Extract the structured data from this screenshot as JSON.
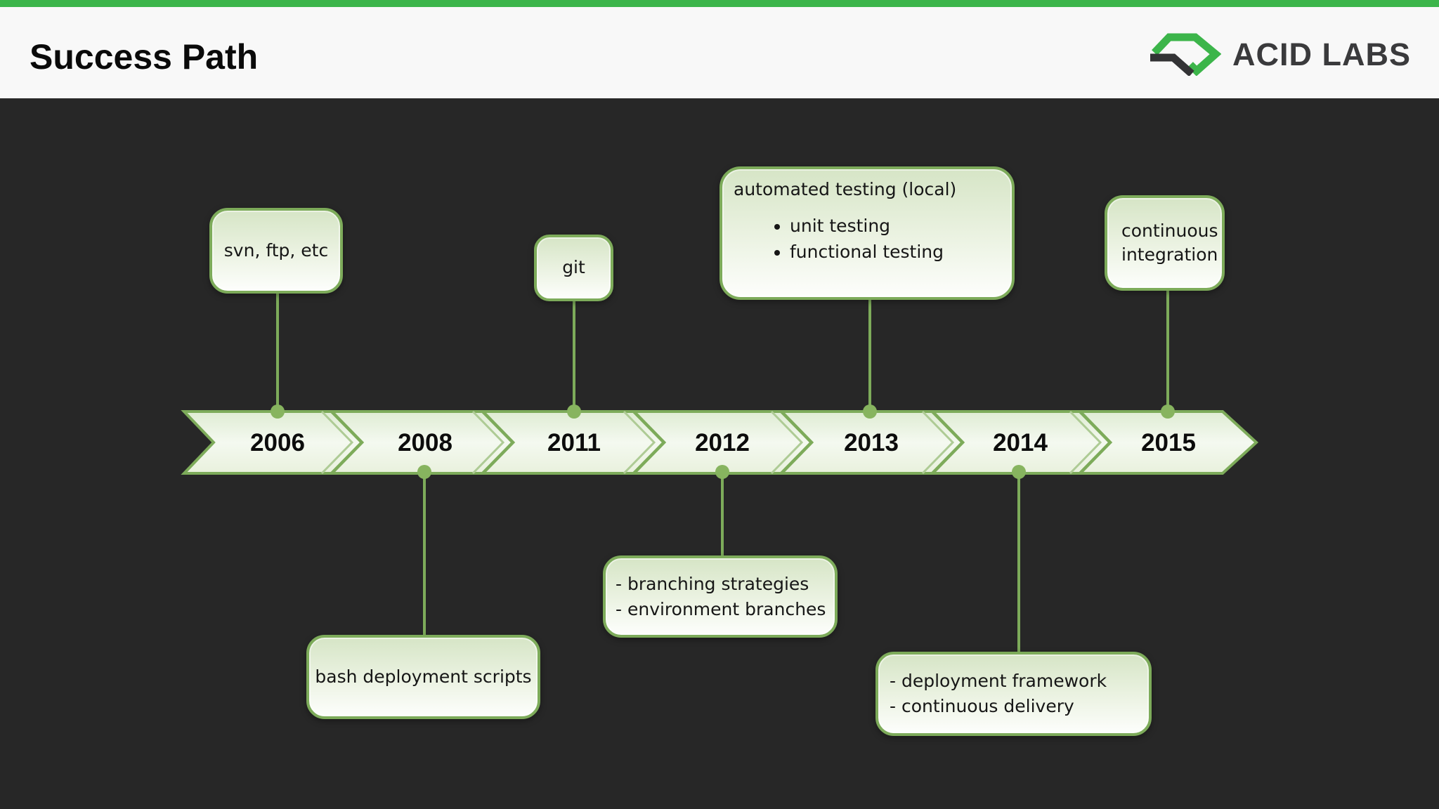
{
  "header": {
    "title": "Success Path",
    "brand": "ACID LABS"
  },
  "timeline": {
    "years": [
      "2006",
      "2008",
      "2011",
      "2012",
      "2013",
      "2014",
      "2015"
    ]
  },
  "callouts": {
    "svn": "svn, ftp, etc",
    "git": "git",
    "automated_title": "automated testing (local)",
    "automated_bullets": [
      "unit testing",
      "functional testing"
    ],
    "continuous_integration": "continuous\nintegration",
    "bash": "bash deployment scripts",
    "branching": "- branching strategies\n- environment branches",
    "deployment": "- deployment framework\n- continuous delivery"
  },
  "colors": {
    "accent-green": "#3cb54a",
    "border-green": "#7dab5a",
    "dot-green": "#87b45f",
    "bg-dark": "#272727",
    "header-bg": "#f8f8f8",
    "brand-text": "#3a3a3c"
  }
}
